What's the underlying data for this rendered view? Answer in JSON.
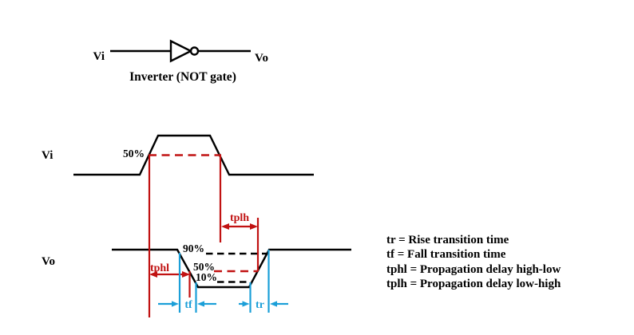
{
  "colors": {
    "black": "#000000",
    "red": "#c11212",
    "cyan": "#1b9fd8",
    "background": "#ffffff"
  },
  "inverter": {
    "input_label": "Vi",
    "output_label": "Vo",
    "caption": "Inverter (NOT gate)"
  },
  "vi": {
    "axis_label": "Vi",
    "threshold_label": "50%"
  },
  "vo": {
    "axis_label": "Vo",
    "level_90_label": "90%",
    "level_50_label": "50%",
    "level_10_label": "10%"
  },
  "timing_labels": {
    "tphl": "tphl",
    "tplh": "tplh",
    "tf": "tf",
    "tr": "tr"
  },
  "legend": {
    "items": [
      "tr = Rise transition time",
      "tf = Fall transition time",
      "tphl = Propagation delay high-low",
      "tplh = Propagation delay low-high"
    ]
  }
}
